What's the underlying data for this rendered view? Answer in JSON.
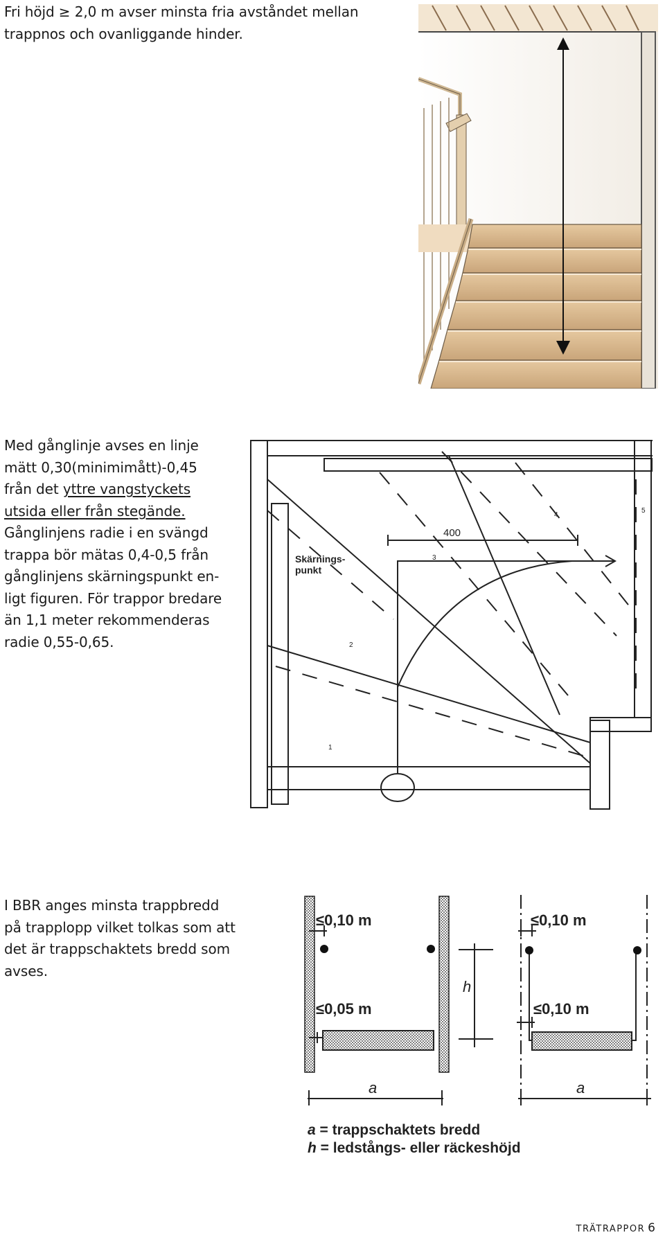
{
  "section1": {
    "lines": [
      "Fri höjd ≥ 2,0 m avser minsta fria avståndet mellan",
      "trappnos och ovanliggande hinder."
    ]
  },
  "section2": {
    "lines": [
      {
        "text": "Med gånglinje avses en linje",
        "underline": false
      },
      {
        "text": "mätt 0,30(minimimått)-0,45",
        "underline": false
      },
      {
        "prefix": "från det ",
        "text": "yttre vangstyckets",
        "underline": true
      },
      {
        "text": "utsida eller från stegände.",
        "underline": true
      },
      {
        "text": "Gånglinjens radie i en svängd",
        "underline": false
      },
      {
        "text": "trappa bör mätas 0,4-0,5 från",
        "underline": false
      },
      {
        "text": "gånglinjens skärningspunkt en-",
        "underline": false
      },
      {
        "text": "ligt figuren. För trappor bredare",
        "underline": false
      },
      {
        "text": "än 1,1 meter rekommenderas",
        "underline": false
      },
      {
        "text": "radie 0,55-0,65.",
        "underline": false
      }
    ]
  },
  "plan_figure": {
    "dimension": "400",
    "label_line1": "Skärnings-",
    "label_line2": "punkt",
    "step_numbers": [
      "1",
      "2",
      "3",
      "4",
      "5"
    ]
  },
  "section3": {
    "lines": [
      "I BBR anges minsta trappbredd",
      "på trapplopp vilket tolkas som att",
      "det är trappschaktets bredd som",
      "avses."
    ]
  },
  "width_figure": {
    "dim_top_left": "≤0,10 m",
    "dim_mid_left": "≤0,05 m",
    "dim_top_right": "≤0,10 m",
    "dim_mid_right": "≤0,10 m",
    "h_label": "h",
    "a_label": "a",
    "legend_a_symbol": "a",
    "legend_a_text": " = trappschaktets bredd",
    "legend_h_symbol": "h",
    "legend_h_text": " = ledstångs- eller räckeshöjd"
  },
  "footer": {
    "title": "TRÄTRAPPOR",
    "page": "6"
  },
  "colors": {
    "text": "#1a1a1a",
    "stair_wood": "#d9b98f",
    "drawing": "#222222"
  },
  "icons": {
    "arrow": "double-arrow-icon"
  }
}
